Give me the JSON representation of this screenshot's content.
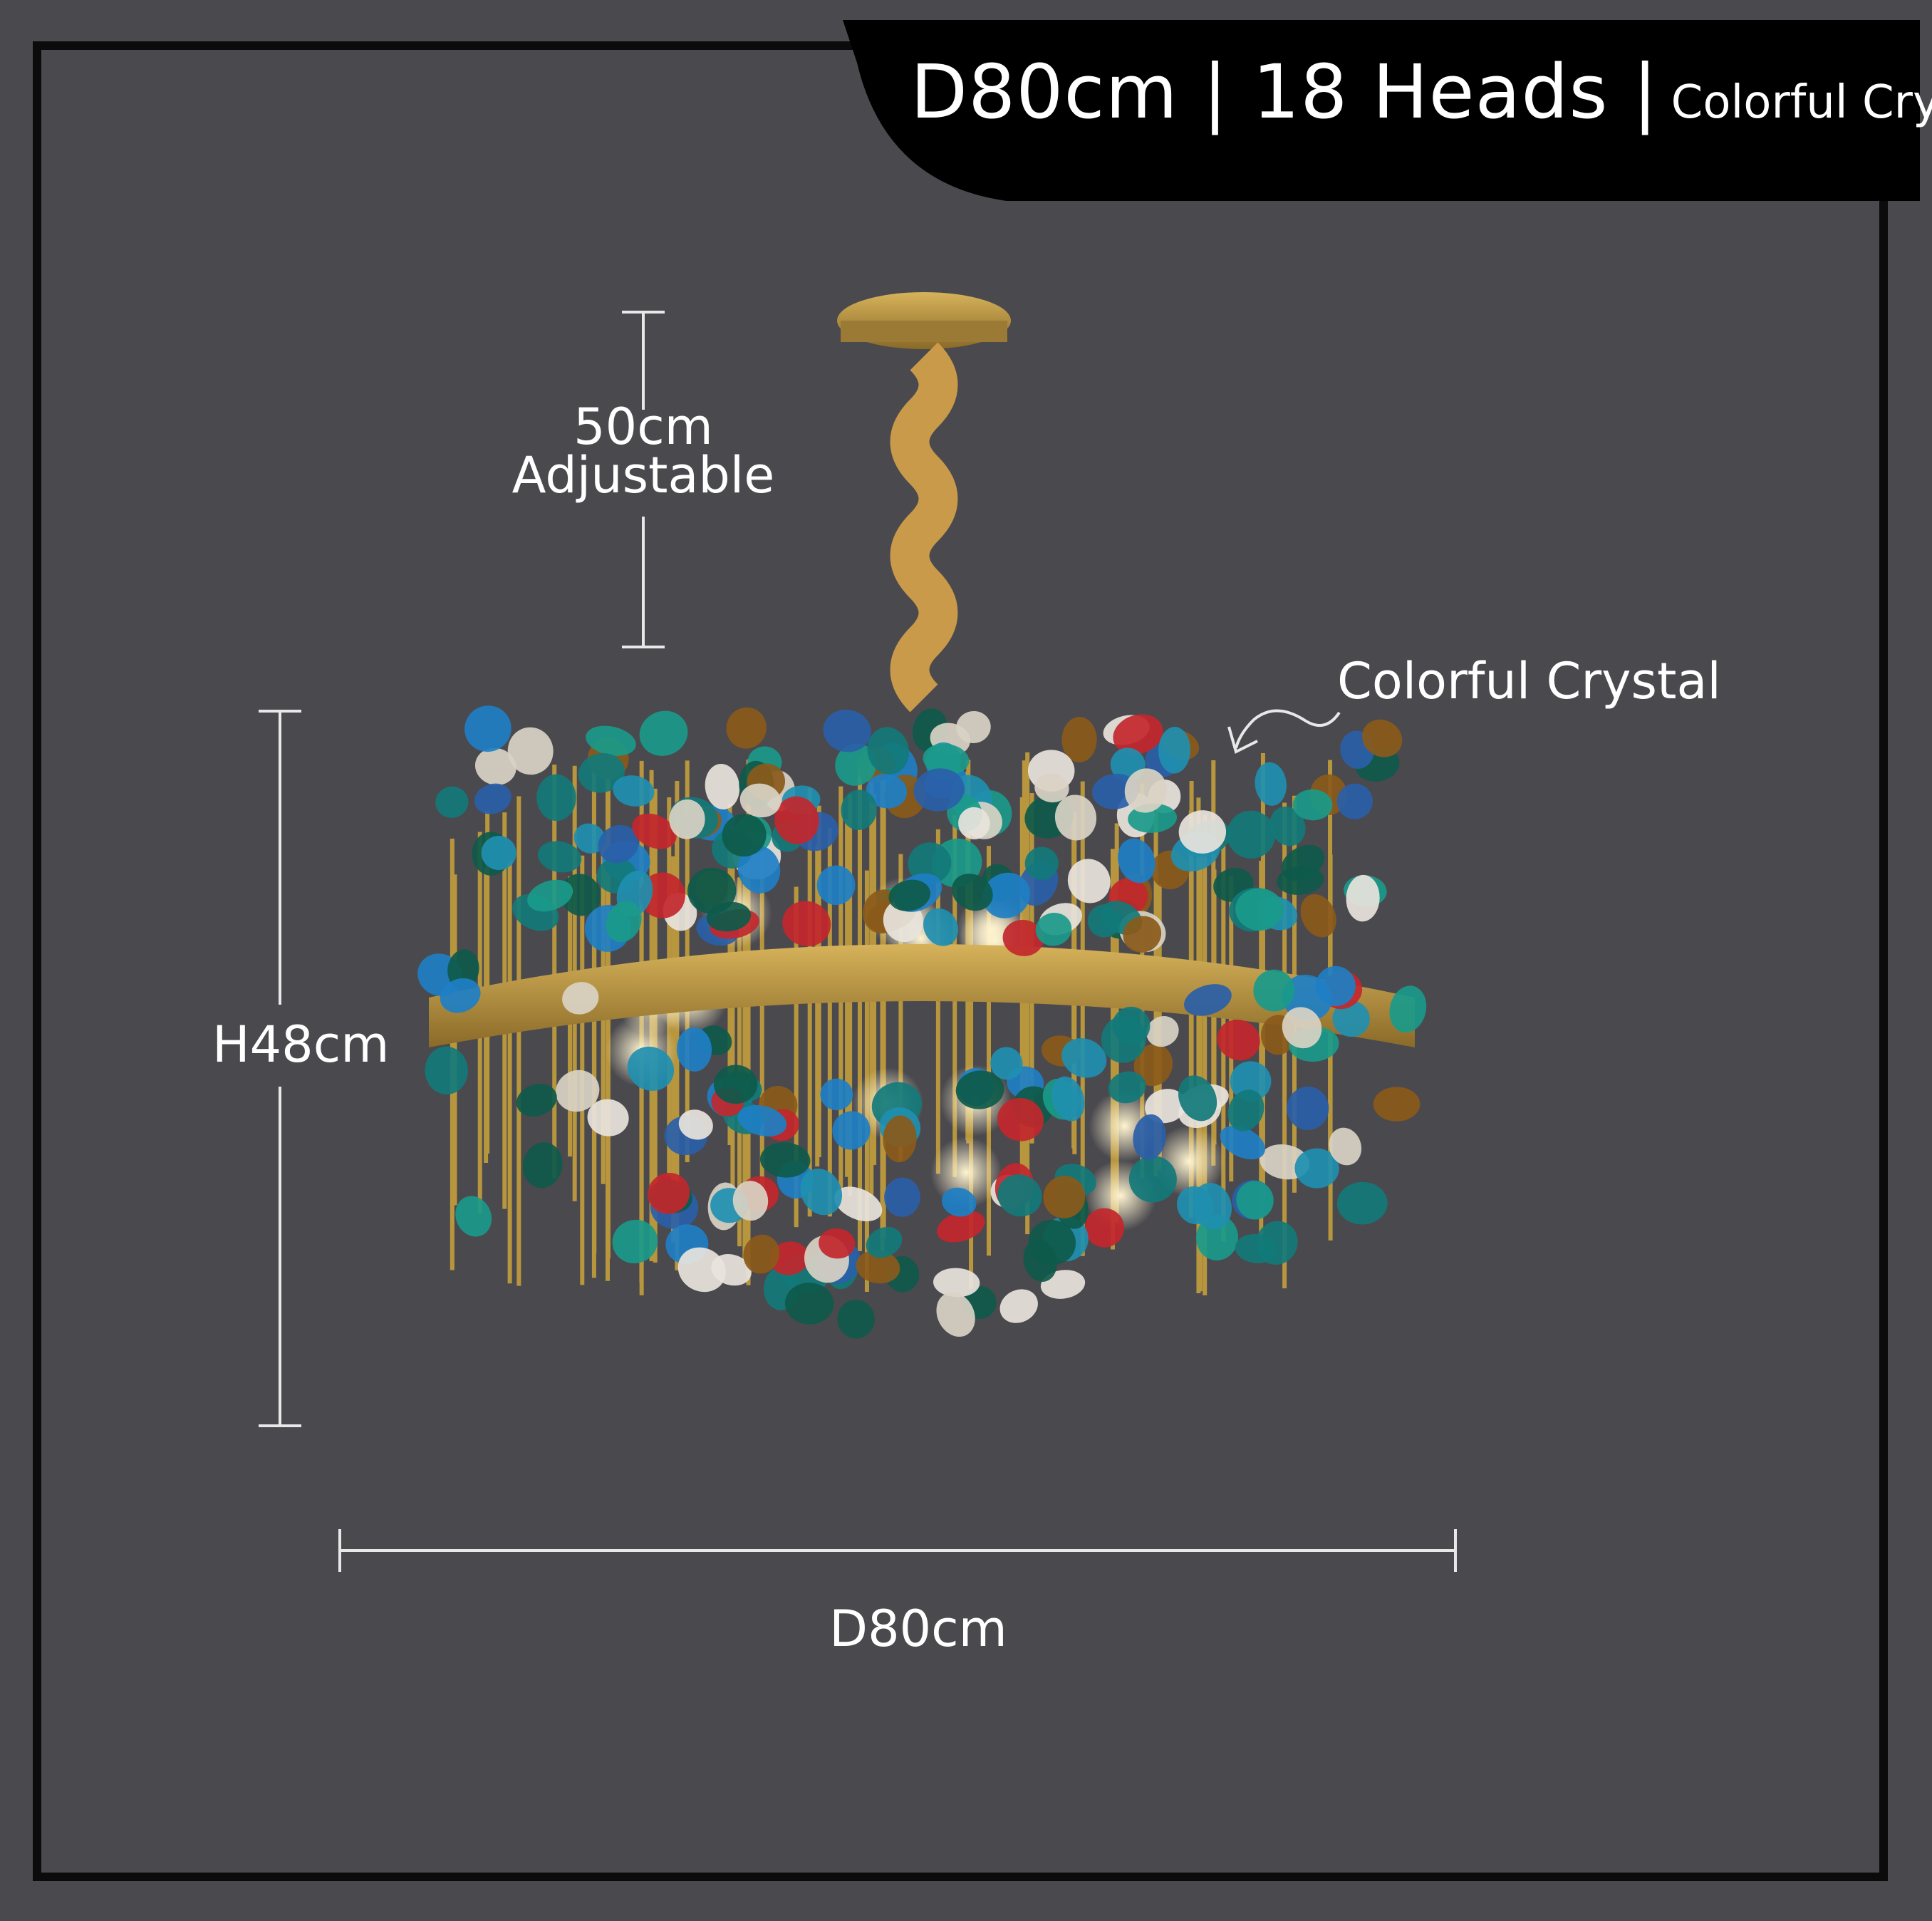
{
  "banner": {
    "main": "D80cm | 18 Heads |",
    "sub": "Colorful Crystal"
  },
  "dimensions": {
    "chain": {
      "value": "50cm",
      "note": "Adjustable"
    },
    "height": "H48cm",
    "diameter": "D80cm"
  },
  "callout": "Colorful Crystal",
  "colors": {
    "background": "#4a494e",
    "banner": "#000000",
    "brass": "#b8963e",
    "text": "#ffffff"
  }
}
